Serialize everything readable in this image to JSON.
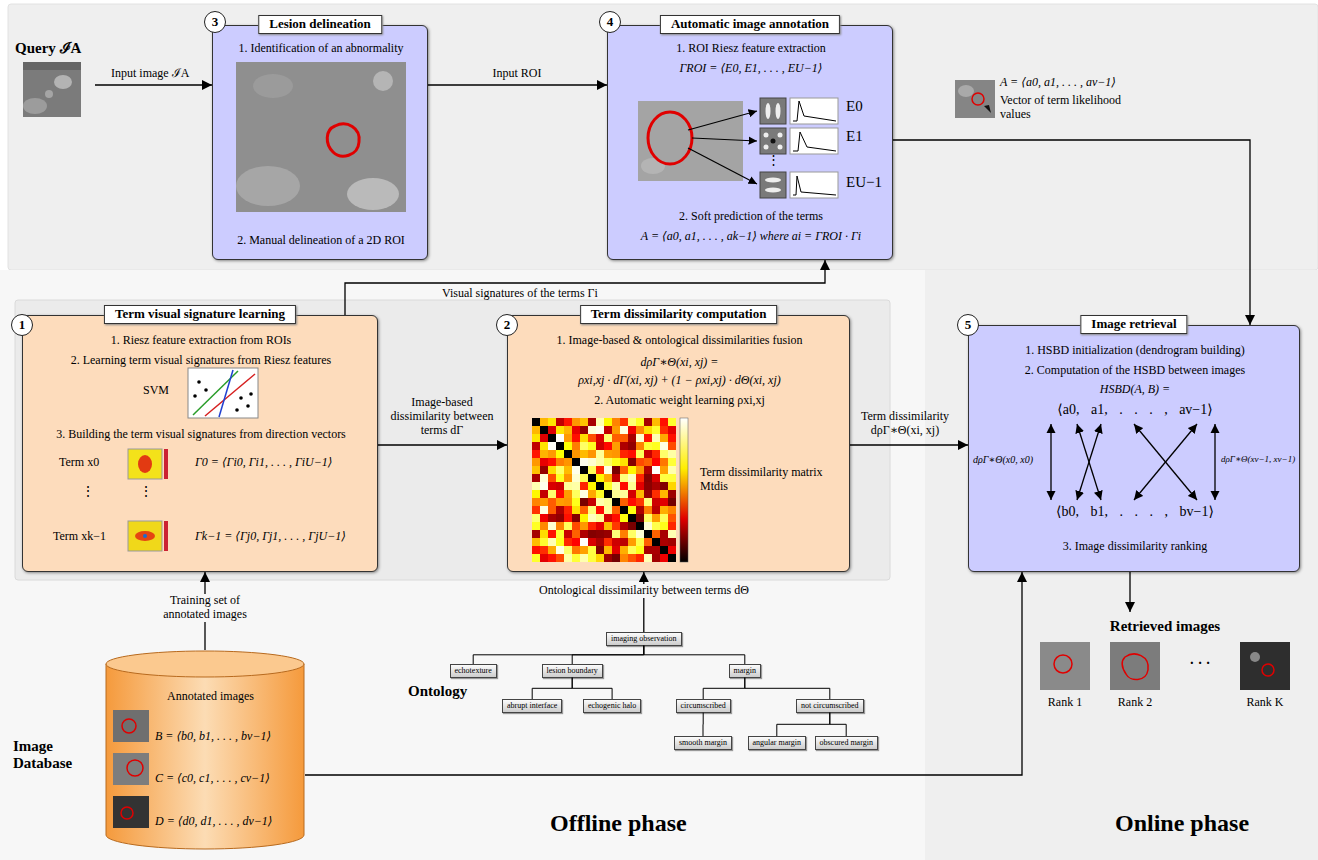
{
  "diagram": {
    "nodes": [
      {
        "text": [
          "Query ℐA"
        ]
      },
      {
        "text": [
          "Lesion delineation",
          "1. Identification of an abnormality",
          "2. Manual delineation of a 2D ROI"
        ]
      },
      {
        "text": [
          "Automatic image annotation",
          "1. ROI Riesz feature extraction",
          "ΓROI = ⟨E0, E1, . . . , EU−1⟩",
          "E0",
          "E1",
          "⋮",
          "EU−1",
          "2. Soft prediction of the terms",
          "A = ⟨a0, a1, . . . , ak−1⟩ where ai = ΓROI · Γi"
        ]
      },
      {
        "text": [
          "Offline phase"
        ]
      },
      {
        "text": [
          "Term visual signature learning",
          "1. Riesz feature extraction from ROIs",
          "2. Learning term visual signatures from Riesz features",
          "SVM",
          "3. Building the term visual signatures from direction vectors",
          "Term x0",
          "Γ0 = ⟨Γi0, Γi1, . . . , ΓiU−1⟩",
          "⋮",
          "⋮",
          "Term xk−1",
          "Γk−1 = ⟨Γj0, Γj1, . . . , ΓjU−1⟩"
        ],
        "in": 3
      },
      {
        "text": [
          "Term dissimilarity computation",
          "1. Image-based & ontological dissimilarities fusion",
          "dρΓ∗Θ(xi, xj) =",
          "ρxi,xj · dΓ(xi, xj) + (1 − ρxi,xj) · dΘ(xi, xj)",
          "2. Automatic weight learning ρxi,xj",
          "Term dissimilarity matrix Mtdis"
        ],
        "in": 3
      },
      {
        "text": [
          "imaging observation"
        ],
        "in": 3
      },
      {
        "text": [
          "echotexture"
        ],
        "in": 3
      },
      {
        "text": [
          "lesion boundary"
        ],
        "in": 3
      },
      {
        "text": [
          "margin"
        ],
        "in": 3
      },
      {
        "text": [
          "abrupt interface"
        ],
        "in": 3
      },
      {
        "text": [
          "echogenic halo"
        ],
        "in": 3
      },
      {
        "text": [
          "circumscribed"
        ],
        "in": 3
      },
      {
        "text": [
          "not circumscribed"
        ],
        "in": 3
      },
      {
        "text": [
          "smooth margin"
        ],
        "in": 3
      },
      {
        "text": [
          "angular margin"
        ],
        "in": 3
      },
      {
        "text": [
          "obscured margin"
        ],
        "in": 3
      },
      {
        "text": [
          "Image Database",
          "Annotated images",
          "B = ⟨b0, b1, . . . , bv−1⟩",
          "C = ⟨c0, c1, . . . , cv−1⟩",
          "D = ⟨d0, d1, . . . , dv−1⟩"
        ],
        "in": 3
      },
      {
        "text": [
          "Online phase"
        ]
      },
      {
        "text": [
          "Image retrieval",
          "1. HSBD initialization (dendrogram building)",
          "2. Computation of the HSBD between images",
          "HSBD(A, B) =",
          "⟨a0, a1, . . . , av−1⟩",
          "dρΓ∗Θ(x0, x0)",
          "dρΓ∗Θ(xv−1, xv−1)",
          "⟨b0, b1, . . . , bv−1⟩",
          "3. Image dissimilarity ranking"
        ],
        "in": 18
      },
      {
        "text": [
          "Retrieved images",
          "Rank 1",
          "Rank 2",
          "· · ·",
          "Rank K"
        ],
        "in": 18
      }
    ],
    "edges": [
      {
        "from": 0,
        "to": 1,
        "arrow": "to",
        "label": "Input image ℐA"
      },
      {
        "from": 1,
        "to": 2,
        "arrow": "to",
        "label": "Input ROI"
      },
      {
        "from": 2,
        "to": 19,
        "arrow": "to"
      },
      {
        "from": 4,
        "to": 2,
        "arrow": "to",
        "label": "Visual signatures of the terms Γi"
      },
      {
        "from": 4,
        "to": 5,
        "arrow": "to",
        "label": "Image-based dissimilarity between terms dΓ"
      },
      {
        "from": 5,
        "to": 19,
        "arrow": "to",
        "label": "Term dissimilarity dρΓ∗Θ(xi, xj)"
      },
      {
        "from": 6,
        "to": 5,
        "arrow": "to",
        "label": "Ontological dissimilarity between terms dΘ"
      },
      {
        "from": 17,
        "to": 4,
        "arrow": "to",
        "label": "Training set of annotated images"
      },
      {
        "from": 17,
        "to": 19,
        "arrow": "to"
      },
      {
        "from": 19,
        "to": 20,
        "arrow": "to"
      },
      {
        "from": 6,
        "to": 7,
        "arrow": "none"
      },
      {
        "from": 6,
        "to": 8,
        "arrow": "none"
      },
      {
        "from": 6,
        "to": 9,
        "arrow": "none"
      },
      {
        "from": 8,
        "to": 10,
        "arrow": "none"
      },
      {
        "from": 8,
        "to": 11,
        "arrow": "none"
      },
      {
        "from": 9,
        "to": 12,
        "arrow": "none"
      },
      {
        "from": 9,
        "to": 13,
        "arrow": "none"
      },
      {
        "from": 12,
        "to": 14,
        "arrow": "none"
      },
      {
        "from": 13,
        "to": 15,
        "arrow": "none"
      },
      {
        "from": 13,
        "to": 16,
        "arrow": "none"
      }
    ],
    "labels": [
      "3",
      "4",
      "1",
      "2",
      "5",
      "A = ⟨a0, a1, . . . , av−1⟩",
      "Vector of term likelihood values",
      "Ontology"
    ]
  }
}
